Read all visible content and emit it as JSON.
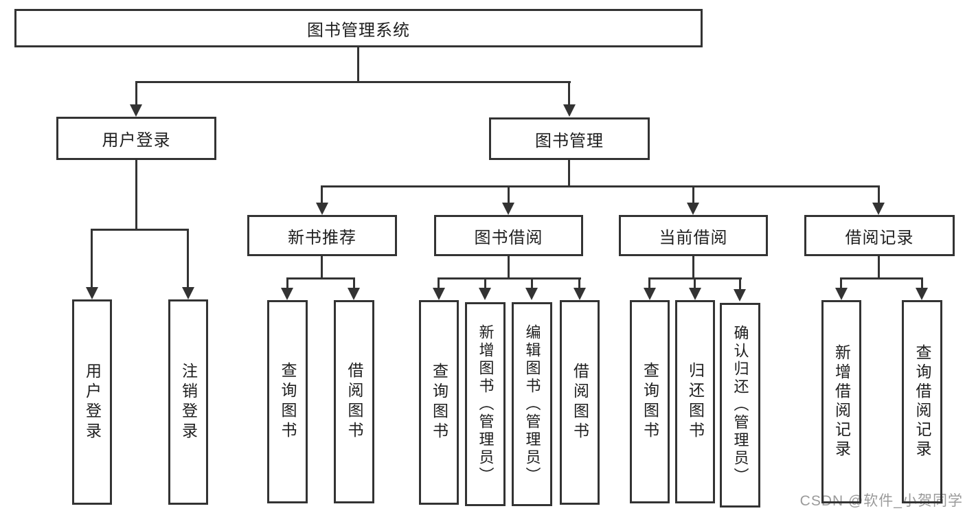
{
  "colors": {
    "line": "#333333",
    "text": "#1e1e1e",
    "watermark": "#9a9a9a",
    "bg": "#ffffff"
  },
  "tree": {
    "root": {
      "label": "图书管理系统"
    },
    "user_login": {
      "label": "用户登录",
      "children": [
        {
          "label": "用户登录"
        },
        {
          "label": "注销登录"
        }
      ]
    },
    "book_management": {
      "label": "图书管理",
      "groups": [
        {
          "label": "新书推荐",
          "children": [
            {
              "label": "查询图书"
            },
            {
              "label": "借阅图书"
            }
          ]
        },
        {
          "label": "图书借阅",
          "children": [
            {
              "label": "查询图书"
            },
            {
              "label": "新增图书（管理员）"
            },
            {
              "label": "编辑图书（管理员）"
            },
            {
              "label": "借阅图书"
            }
          ]
        },
        {
          "label": "当前借阅",
          "children": [
            {
              "label": "查询图书"
            },
            {
              "label": "归还图书"
            },
            {
              "label": "确认归还（管理员）"
            }
          ]
        },
        {
          "label": "借阅记录",
          "children": [
            {
              "label": "新增借阅记录"
            },
            {
              "label": "查询借阅记录"
            }
          ]
        }
      ]
    }
  },
  "watermark": {
    "text": "CSDN @软件_小贺同学"
  }
}
